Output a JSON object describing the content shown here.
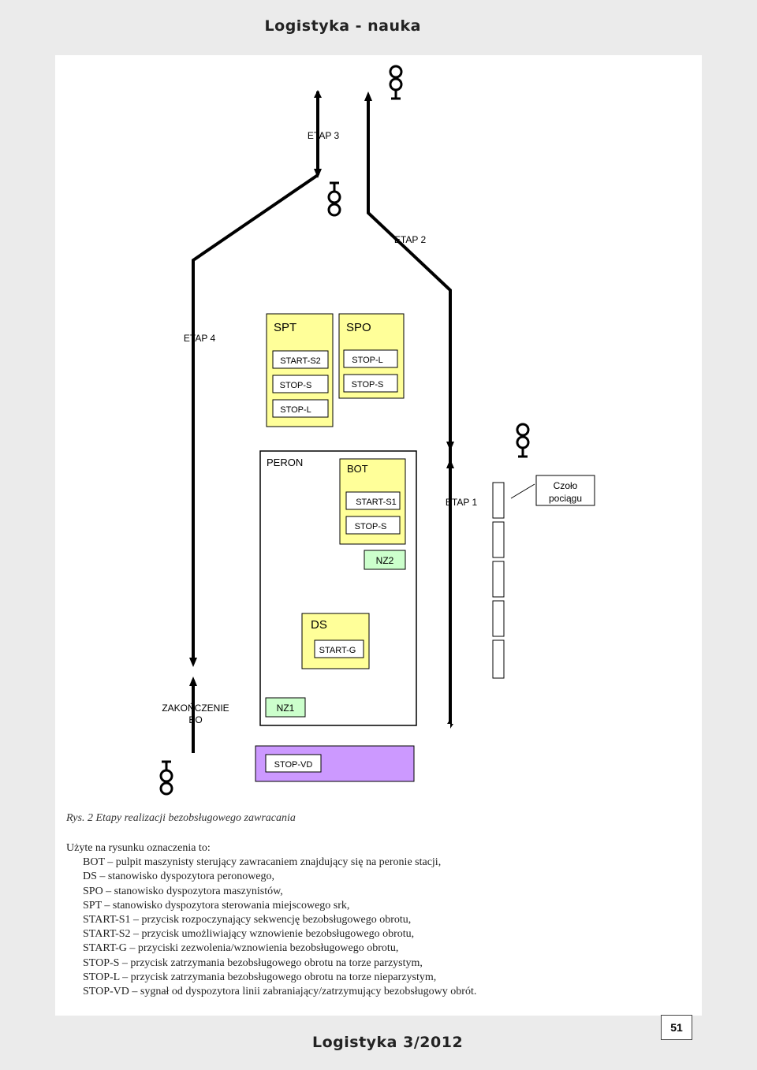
{
  "header": "Logistyka - nauka",
  "footer": "Logistyka 3/2012",
  "page_number": "51",
  "labels": {
    "etap3": "ETAP 3",
    "etap2": "ETAP 2",
    "etap4": "ETAP 4",
    "etap1": "ETAP 1",
    "zakonczenie_line1": "ZAKOŃCZENIE",
    "zakonczenie_line2": "BO",
    "czolo_line1": "Czoło",
    "czolo_line2": "pociągu"
  },
  "boxes": {
    "spt": "SPT",
    "spo": "SPO",
    "start_s2": "START-S2",
    "stop_s_spt": "STOP-S",
    "stop_l_spt": "STOP-L",
    "stop_l_spo": "STOP-L",
    "stop_s_spo": "STOP-S",
    "peron": "PERON",
    "bot": "BOT",
    "start_s1": "START-S1",
    "stop_s_bot": "STOP-S",
    "nz2": "NZ2",
    "ds": "DS",
    "start_g": "START-G",
    "nz1": "NZ1",
    "stop_vd": "STOP-VD"
  },
  "caption": "Rys. 2 Etapy realizacji bezobsługowego zawracania",
  "legend": {
    "intro": "Użyte na rysunku oznaczenia to:",
    "items": [
      "BOT – pulpit maszynisty sterujący zawracaniem znajdujący się na peronie stacji,",
      "DS – stanowisko dyspozytora peronowego,",
      "SPO – stanowisko dyspozytora maszynistów,",
      "SPT – stanowisko dyspozytora sterowania miejscowego srk,",
      "START-S1 – przycisk rozpoczynający sekwencję bezobsługowego obrotu,",
      "START-S2 – przycisk umożliwiający wznowienie bezobsługowego obrotu,",
      "START-G – przyciski zezwolenia/wznowienia bezobsługowego obrotu,",
      "STOP-S – przycisk zatrzymania bezobsługowego obrotu na torze parzystym,",
      "STOP-L – przycisk zatrzymania bezobsługowego obrotu na torze nieparzystym,",
      "STOP-VD – sygnał od dyspozytora linii zabraniający/zatrzymujący bezobsługowy obrót."
    ]
  },
  "colors": {
    "yellow_box": "#ffff99",
    "purple_box": "#cc99ff",
    "line": "#000000"
  }
}
